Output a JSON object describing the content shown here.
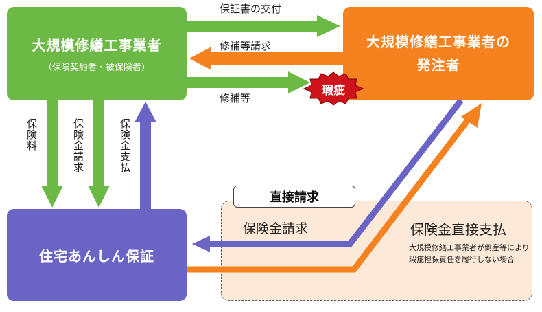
{
  "nodes": {
    "contractor": {
      "name": "大規模修繕工事業者",
      "sub": "（保険契約者・被保険者）"
    },
    "client": {
      "line1": "大規模修繕工事業者の",
      "line2": "発注者"
    },
    "guarantor": {
      "name": "住宅あんしん保証"
    }
  },
  "edges": {
    "certificate": "保証書の交付",
    "repair_request": "修補等請求",
    "repair": "修補等",
    "premium": "保険料",
    "claim": "保険金請求",
    "payment": "保険金支払",
    "direct_claim": "保険金請求",
    "direct_payment": "保険金直接支払"
  },
  "defect_badge": "瑕疵",
  "direct_request_tag": "直接請求",
  "note": "大規模修繕工事業者が倒産等により瑕疵担保責任を履行しない場合",
  "colors": {
    "green": "#6cba45",
    "orange": "#f5821f",
    "purple": "#6a64c4",
    "defect": "#d0121b",
    "zone": "#fde9d7"
  }
}
